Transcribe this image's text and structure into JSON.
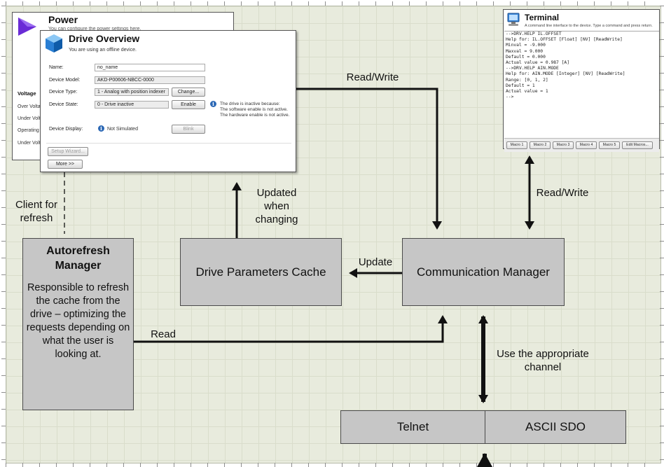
{
  "power_window": {
    "title": "Power",
    "subtitle": "You can configure the power settings here.",
    "section": "Voltage",
    "items": [
      "Over Voltage",
      "Under Voltage",
      "Operating Voltage",
      "Under Voltage Fault"
    ]
  },
  "drive_overview": {
    "title": "Drive Overview",
    "subtitle": "You are using an offline device.",
    "rows": {
      "name_label": "Name:",
      "name_value": "no_name",
      "model_label": "Device Model:",
      "model_value": "AKD-P00606-NBCC-0000",
      "type_label": "Device Type:",
      "type_value": "1 - Analog with position indexer",
      "type_button": "Change...",
      "state_label": "Device State:",
      "state_value": "0 - Drive inactive",
      "state_button": "Enable",
      "display_label": "Device Display:",
      "display_value": "Not Simulated",
      "display_button": "Blink"
    },
    "note_lines": [
      "The drive is inactive because:",
      "The software enable is not active.",
      "The hardware enable is not active."
    ],
    "setup_wizard": "Setup Wizard...",
    "more": "More >>"
  },
  "terminal": {
    "title": "Terminal",
    "subtitle": "A command line interface to the device. Type a command and press return.",
    "lines": [
      "-->DRV.HELP IL.OFFSET",
      "Help for: IL.OFFSET [Float] [NV] [ReadWrite]",
      "Minval = -9.000",
      "Maxval = 9.000",
      "Default = 0.000",
      "Actual value = 0.987 [A]",
      "-->DRV.HELP AIN.MODE",
      "Help for: AIN.MODE [Integer] [NV] [ReadWrite]",
      "Range: [0, 1, 2]",
      "Default = 1",
      "Actual value = 1",
      "-->"
    ],
    "buttons": [
      "Macro 1",
      "Macro 2",
      "Macro 3",
      "Macro 4",
      "Macro 5",
      "Edit Macros..."
    ]
  },
  "diagram": {
    "autorefresh_title": "Autorefresh Manager",
    "autorefresh_desc": "Responsible to refresh the cache from the drive – optimizing the requests depending on what the user is looking at.",
    "cache": "Drive Parameters Cache",
    "comm": "Communication Manager",
    "telnet": "Telnet",
    "ascii": "ASCII SDO",
    "edge_client": "Client for refresh",
    "edge_updated": "Updated when changing",
    "edge_update": "Update",
    "edge_readwrite_top": "Read/Write",
    "edge_readwrite_right": "Read/Write",
    "edge_read": "Read",
    "edge_channel": "Use the appropriate channel"
  },
  "colors": {
    "canvas": "#e8ebdd",
    "box": "#c6c6c6",
    "arrow": "#111111",
    "accent_icon": "#6a2bd6"
  }
}
